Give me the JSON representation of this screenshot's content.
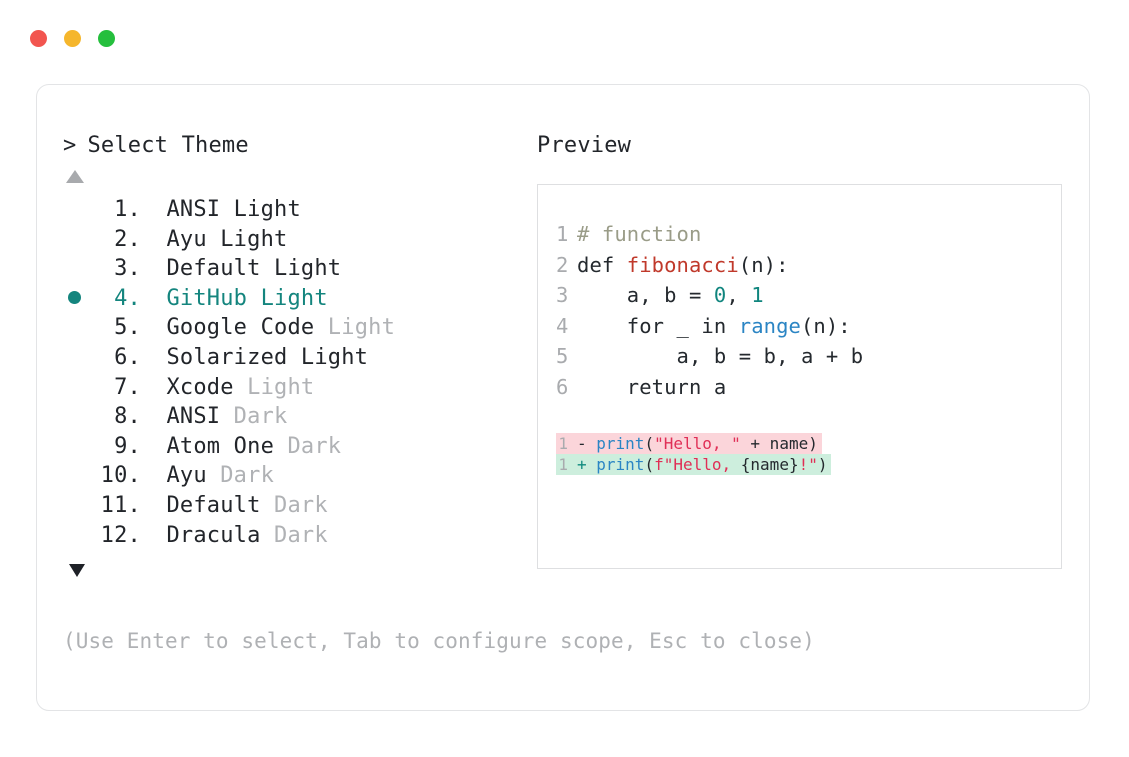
{
  "window": {
    "dots": [
      {
        "name": "close-dot",
        "color": "#f2554f"
      },
      {
        "name": "minimize-dot",
        "color": "#f5b62c"
      },
      {
        "name": "maximize-dot",
        "color": "#25bf3d"
      }
    ]
  },
  "left": {
    "prompt_caret": ">",
    "title": "Select Theme",
    "scroll_up_icon": "triangle-up-icon",
    "scroll_down_icon": "triangle-down-icon",
    "selected_index": 4,
    "selected_color": "#14857e",
    "bullet_icon": "filled-circle-icon",
    "themes": [
      {
        "index": "1.",
        "name": "ANSI Light",
        "mode": "",
        "mode_muted": false,
        "selected": false
      },
      {
        "index": "2.",
        "name": "Ayu Light",
        "mode": "",
        "mode_muted": false,
        "selected": false
      },
      {
        "index": "3.",
        "name": "Default Light",
        "mode": "",
        "mode_muted": false,
        "selected": false
      },
      {
        "index": "4.",
        "name": "GitHub Light",
        "mode": "",
        "mode_muted": false,
        "selected": true
      },
      {
        "index": "5.",
        "name": "Google Code",
        "mode": "Light",
        "mode_muted": true,
        "selected": false
      },
      {
        "index": "6.",
        "name": "Solarized Light",
        "mode": "",
        "mode_muted": false,
        "selected": false
      },
      {
        "index": "7.",
        "name": "Xcode",
        "mode": "Light",
        "mode_muted": true,
        "selected": false
      },
      {
        "index": "8.",
        "name": "ANSI",
        "mode": "Dark",
        "mode_muted": true,
        "selected": false
      },
      {
        "index": "9.",
        "name": "Atom One",
        "mode": "Dark",
        "mode_muted": true,
        "selected": false
      },
      {
        "index": "10.",
        "name": "Ayu",
        "mode": "Dark",
        "mode_muted": true,
        "selected": false
      },
      {
        "index": "11.",
        "name": "Default",
        "mode": "Dark",
        "mode_muted": true,
        "selected": false
      },
      {
        "index": "12.",
        "name": "Dracula",
        "mode": "Dark",
        "mode_muted": true,
        "selected": false
      }
    ],
    "hint": "(Use Enter to select, Tab to configure scope, Esc to close)"
  },
  "right": {
    "preview_label": "Preview",
    "code": {
      "lines": [
        {
          "num": "1",
          "tokens": [
            {
              "t": "# function",
              "c": "comment"
            }
          ]
        },
        {
          "num": "2",
          "tokens": [
            {
              "t": "def ",
              "c": "plain"
            },
            {
              "t": "fibonacci",
              "c": "func"
            },
            {
              "t": "(n):",
              "c": "plain"
            }
          ]
        },
        {
          "num": "3",
          "tokens": [
            {
              "t": "    a, b = ",
              "c": "plain"
            },
            {
              "t": "0",
              "c": "num"
            },
            {
              "t": ", ",
              "c": "plain"
            },
            {
              "t": "1",
              "c": "num"
            }
          ]
        },
        {
          "num": "4",
          "tokens": [
            {
              "t": "    for _ in ",
              "c": "plain"
            },
            {
              "t": "range",
              "c": "builtin"
            },
            {
              "t": "(n):",
              "c": "plain"
            }
          ]
        },
        {
          "num": "5",
          "tokens": [
            {
              "t": "        a, b = b, a + b",
              "c": "plain"
            }
          ]
        },
        {
          "num": "6",
          "tokens": [
            {
              "t": "    return a",
              "c": "plain"
            }
          ]
        }
      ],
      "diff": [
        {
          "num": "1",
          "kind": "del",
          "sign": "-",
          "tokens": [
            {
              "t": "print",
              "c": "builtin"
            },
            {
              "t": "(",
              "c": "plain"
            },
            {
              "t": "\"Hello, \"",
              "c": "str"
            },
            {
              "t": " + name)",
              "c": "plain"
            }
          ]
        },
        {
          "num": "1",
          "kind": "add",
          "sign": "+",
          "tokens": [
            {
              "t": "print",
              "c": "builtin"
            },
            {
              "t": "(",
              "c": "plain"
            },
            {
              "t": "f\"Hello, ",
              "c": "str"
            },
            {
              "t": "{name}",
              "c": "plain"
            },
            {
              "t": "!\"",
              "c": "str"
            },
            {
              "t": ")",
              "c": "plain"
            }
          ]
        }
      ],
      "colors": {
        "comment": "#9a9c88",
        "function": "#c0392b",
        "number": "#10857e",
        "builtin": "#2b85c4",
        "string": "#e02f56",
        "plain": "#24292e",
        "line_number": "#a9abae",
        "diff_del_bg": "#fbd5da",
        "diff_add_bg": "#cdeedd"
      }
    }
  }
}
